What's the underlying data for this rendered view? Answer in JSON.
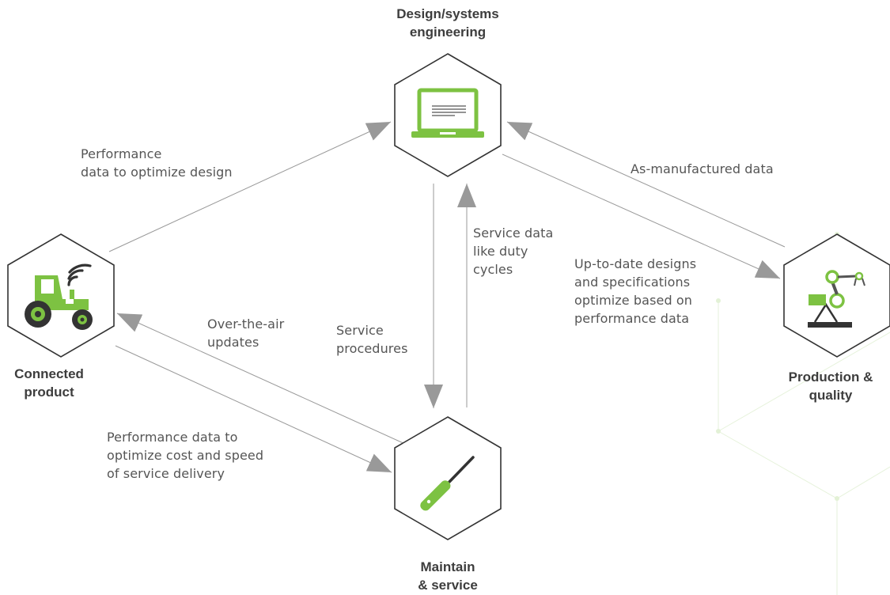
{
  "nodes": {
    "design": {
      "title": "Design/systems\nengineering",
      "icon": "laptop-icon"
    },
    "connected": {
      "title": "Connected\nproduct",
      "icon": "tractor-wifi-icon"
    },
    "production": {
      "title": "Production &\nquality",
      "icon": "robot-arm-icon"
    },
    "maintain": {
      "title": "Maintain\n& service",
      "icon": "screwdriver-icon"
    }
  },
  "flows": {
    "perf_design": "Performance\ndata to optimize design",
    "as_manufactured": "As-manufactured data",
    "service_data": "Service data\nlike duty\ncycles",
    "up_to_date": "Up-to-date designs\nand specifications\noptimize based on\nperformance data",
    "ota": "Over-the-air\nupdates",
    "service_procedures": "Service\nprocedures",
    "perf_service": "Performance data to\noptimize cost and speed\nof service delivery"
  },
  "colors": {
    "accent": "#7dc242",
    "outline": "#333333",
    "arrow": "#999999",
    "text": "#555555",
    "background_pattern": "#e3f1d6"
  }
}
